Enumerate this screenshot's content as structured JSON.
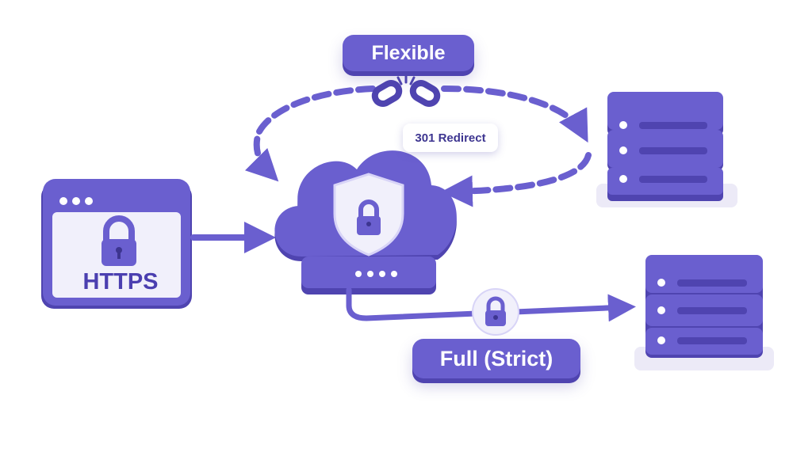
{
  "labels": {
    "flexible": "Flexible",
    "redirect": "301 Redirect",
    "full_strict": "Full (Strict)",
    "https": "HTTPS"
  },
  "colors": {
    "primary": "#6a5fcf",
    "primary_dark": "#4f44b0",
    "light": "#c9c3f5",
    "panel": "#f1f0fb"
  },
  "icons": [
    "browser-window-icon",
    "padlock-icon",
    "cloud-icon",
    "shield-icon",
    "router-icon",
    "server-icon",
    "broken-chain-icon",
    "arrow-icon"
  ]
}
